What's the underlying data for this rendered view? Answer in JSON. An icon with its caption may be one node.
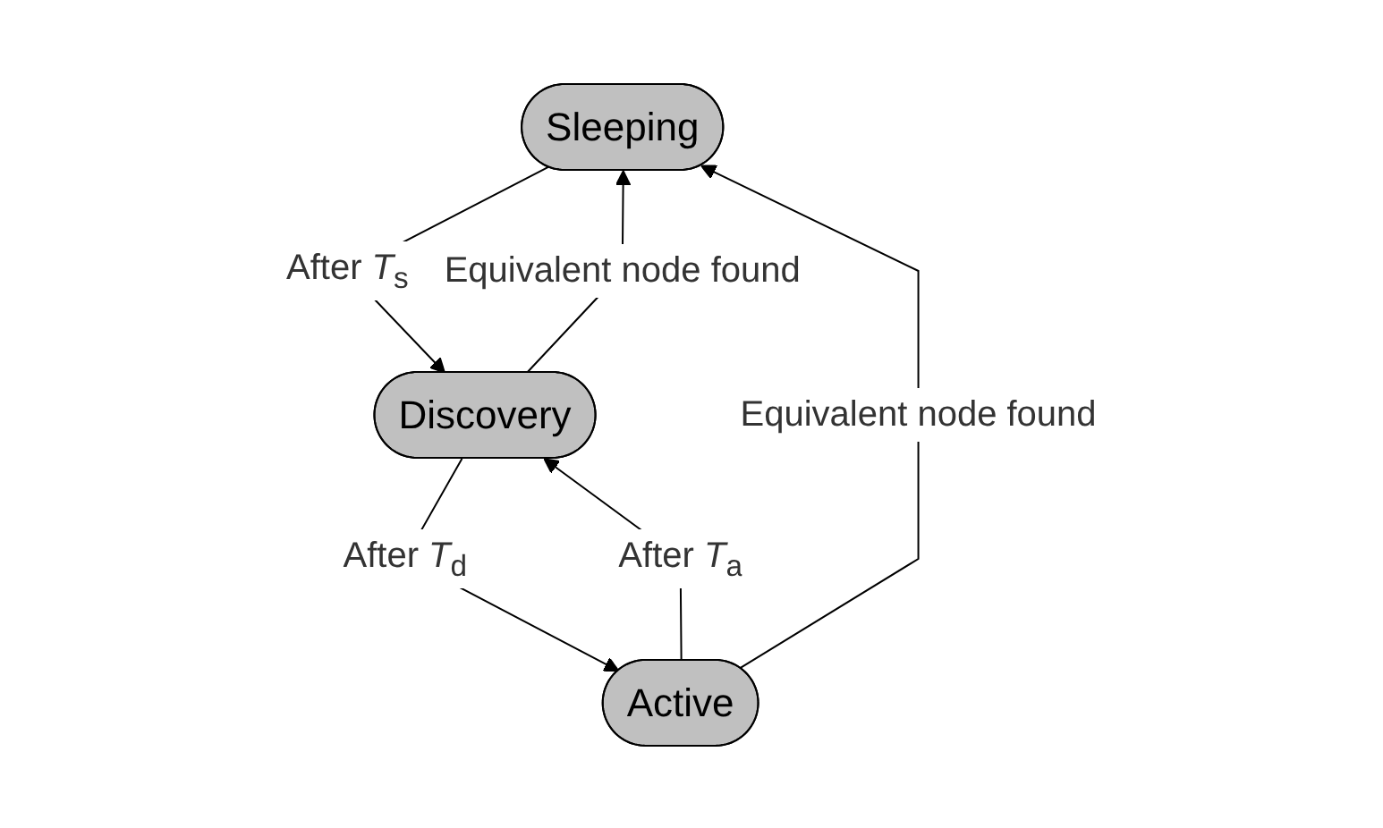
{
  "diagram": {
    "nodes": [
      {
        "text": [
          "Sleeping"
        ]
      },
      {
        "text": [
          "Active"
        ]
      },
      {
        "text": [
          "Discovery"
        ]
      }
    ],
    "edges": [
      {
        "from": 0,
        "to": 2,
        "arrow": "to",
        "label": "After *T*$_{s}$"
      },
      {
        "from": 2,
        "to": 0,
        "arrow": "to",
        "label": "Equivalent node found"
      },
      {
        "from": 2,
        "to": 1,
        "arrow": "to",
        "label": "After *T*$_{d}$"
      },
      {
        "from": 1,
        "to": 2,
        "arrow": "to",
        "label": "After *T*$_{a}$"
      },
      {
        "from": 1,
        "to": 0,
        "arrow": "to",
        "label": "Equivalent node found"
      }
    ]
  }
}
